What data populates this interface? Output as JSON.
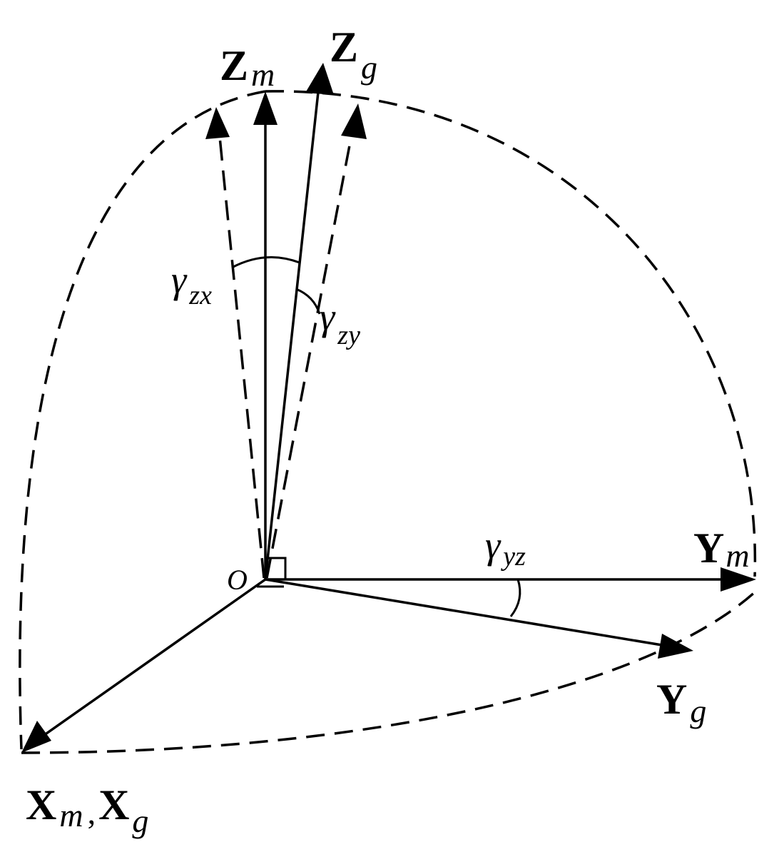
{
  "diagram": {
    "axes": {
      "zm": {
        "main": "Z",
        "sub": "m"
      },
      "zg": {
        "main": "Z",
        "sub": "g"
      },
      "ym": {
        "main": "Y",
        "sub": "m"
      },
      "yg": {
        "main": "Y",
        "sub": "g"
      },
      "xm": {
        "main": "X",
        "sub": "m"
      },
      "xg": {
        "main": "X",
        "sub": "g"
      },
      "x_separator": ","
    },
    "angles": {
      "gamma_zx": {
        "symbol": "γ",
        "sub": "zx"
      },
      "gamma_zy": {
        "symbol": "γ",
        "sub": "zy"
      },
      "gamma_yz": {
        "symbol": "γ",
        "sub": "yz"
      }
    },
    "origin": "O",
    "stroke_color": "#000000",
    "background": "#ffffff"
  }
}
